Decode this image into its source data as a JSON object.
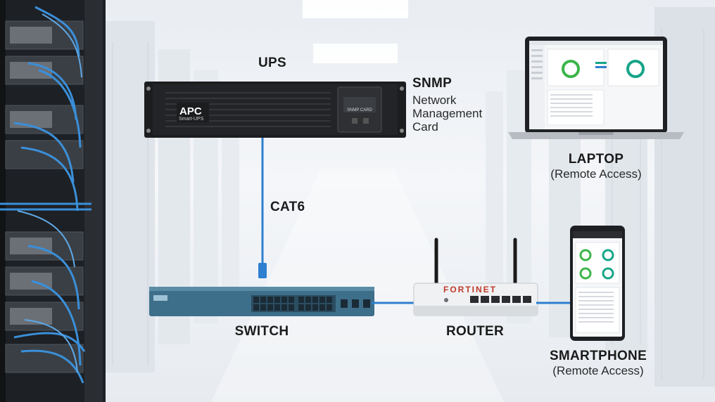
{
  "labels": {
    "ups": "UPS",
    "snmp_title": "SNMP",
    "snmp_line1": "Network",
    "snmp_line2": "Management",
    "snmp_line3": "Card",
    "laptop": "LAPTOP",
    "laptop_sub": "(Remote Access)",
    "cable": "CAT6",
    "switch": "SWITCH",
    "router": "ROUTER",
    "smartphone": "SMARTPHONE",
    "smartphone_sub": "(Remote Access)"
  },
  "devices": {
    "ups_brand": "APC",
    "ups_model": "Smart-UPS",
    "card_label": "SNMP CARD",
    "router_brand": "FORTINET"
  },
  "colors": {
    "cable": "#2e7fd0",
    "gauge_green": "#3cb54a",
    "gauge_teal": "#17a589"
  }
}
